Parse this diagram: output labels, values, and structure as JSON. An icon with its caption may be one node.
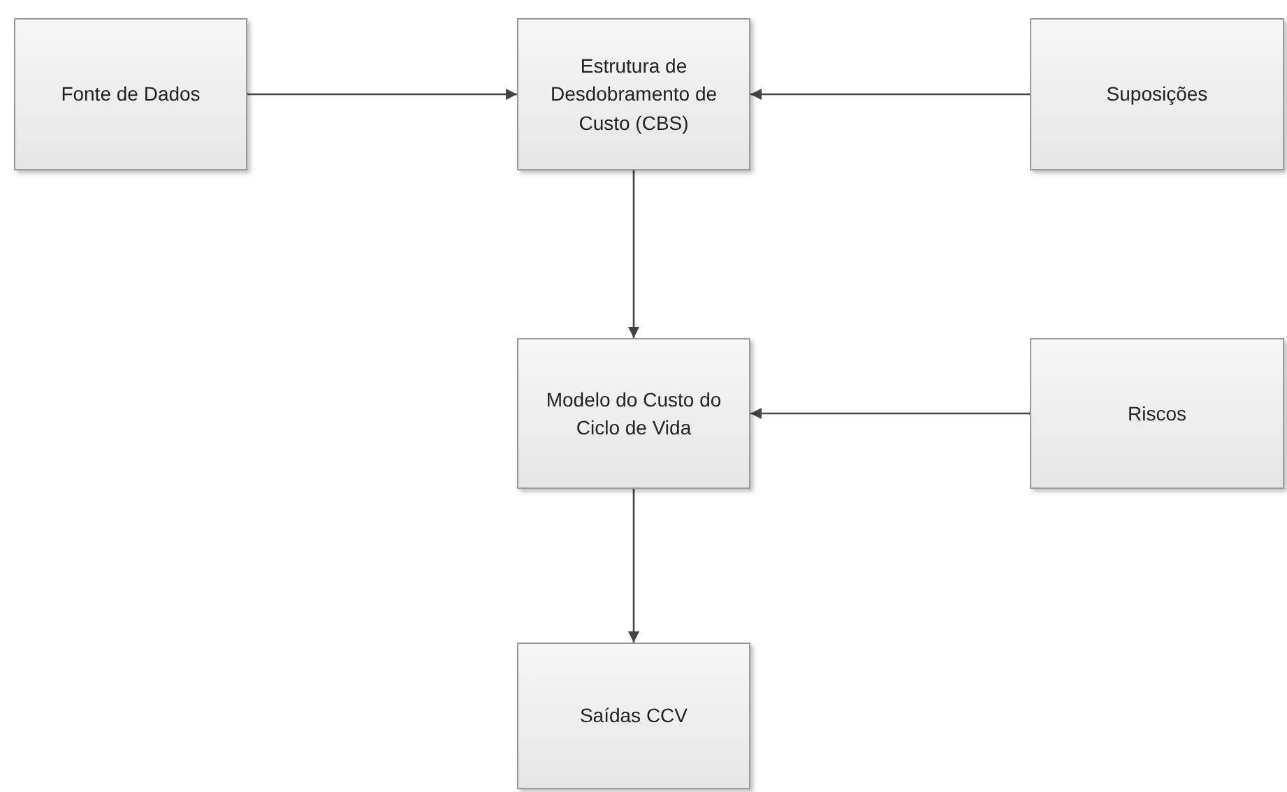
{
  "diagram": {
    "nodes": [
      {
        "text": [
          "Fonte de Dados"
        ]
      },
      {
        "text": [
          "Estrutura de Desdobramento de Custo (CBS)"
        ]
      },
      {
        "text": [
          "Suposições"
        ]
      },
      {
        "text": [
          "Modelo do Custo do Ciclo de Vida"
        ]
      },
      {
        "text": [
          "Riscos"
        ]
      },
      {
        "text": [
          "Saídas CCV"
        ]
      }
    ],
    "edges": [
      {
        "from": 0,
        "to": 1,
        "arrow": "to"
      },
      {
        "from": 2,
        "to": 1,
        "arrow": "to"
      },
      {
        "from": 1,
        "to": 3,
        "arrow": "to"
      },
      {
        "from": 4,
        "to": 3,
        "arrow": "to"
      },
      {
        "from": 3,
        "to": 5,
        "arrow": "to"
      }
    ]
  }
}
